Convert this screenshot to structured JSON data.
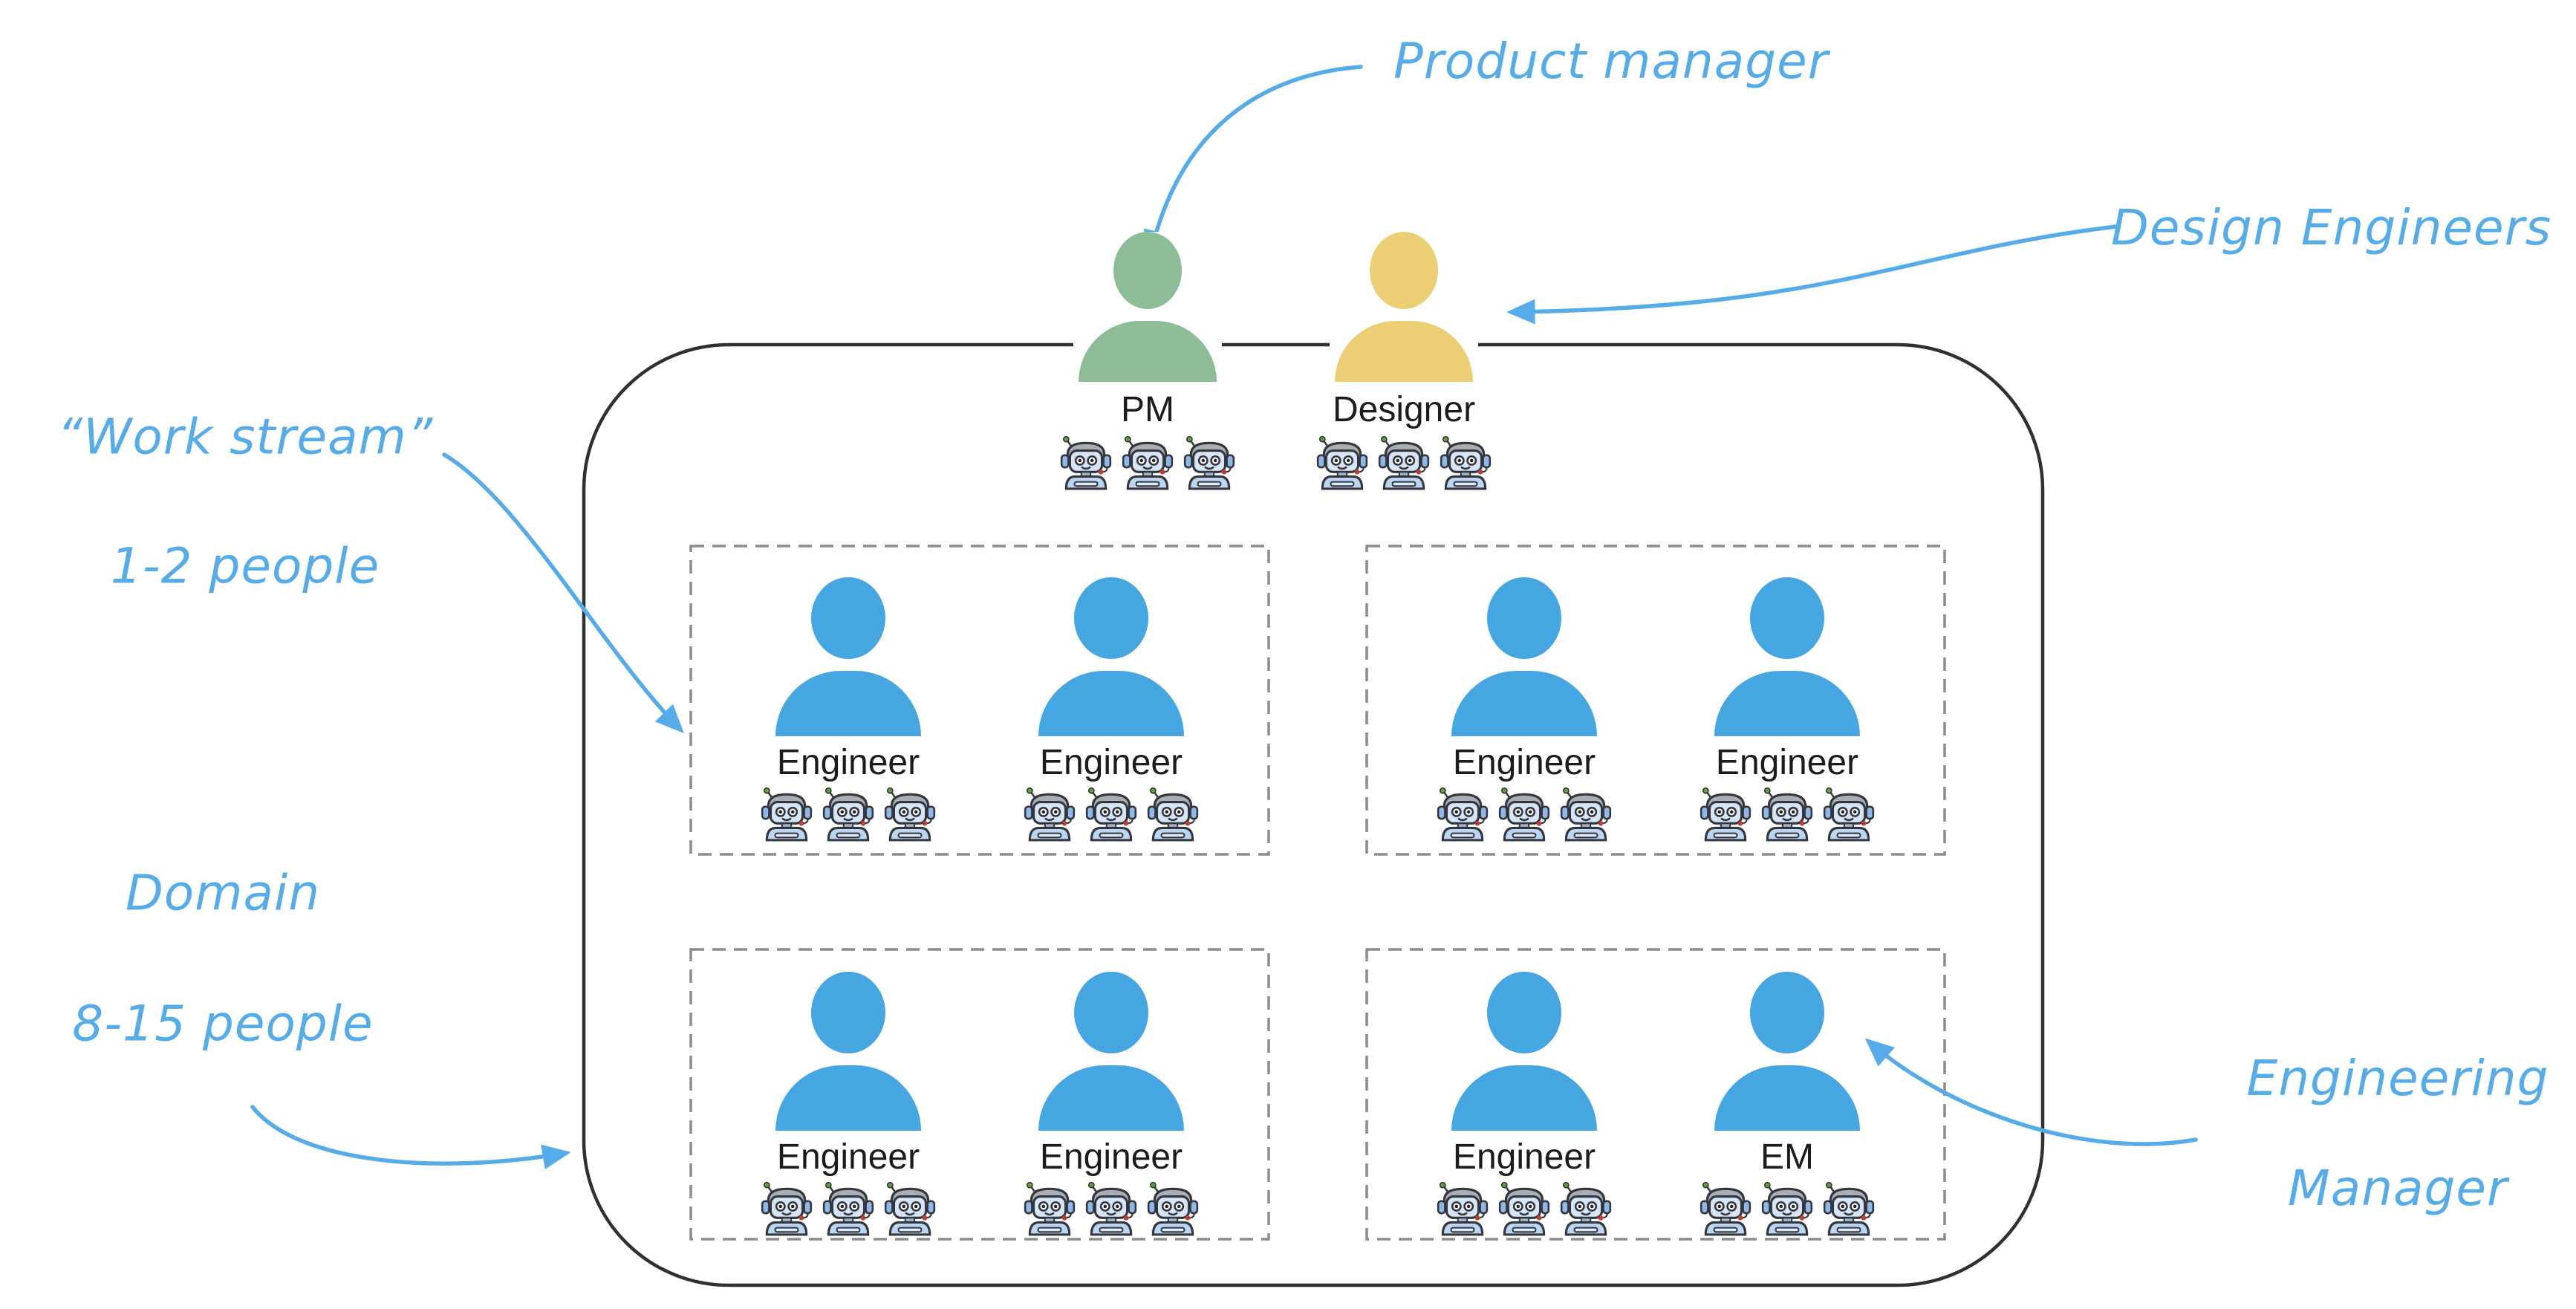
{
  "colors": {
    "annotation_blue": "#55ace8",
    "pm_green": "#8dbd96",
    "designer_yellow": "#ecce75",
    "engineer_blue": "#46a6e2",
    "outline_dark": "#303030",
    "dashed_gray": "#8c8c8c"
  },
  "icons": {
    "person": "person-silhouette",
    "agent": "robot-with-headset"
  },
  "annotations": {
    "product_manager": "Product manager",
    "design_engineers": "Design Engineers",
    "work_stream": "“Work stream”",
    "work_stream_size": "1-2 people",
    "domain": "Domain",
    "domain_size": "8-15 people",
    "engineering_manager_line1": "Engineering",
    "engineering_manager_line2": "Manager"
  },
  "org": {
    "leads": [
      {
        "label": "PM",
        "agents": 3
      },
      {
        "label": "Designer",
        "agents": 3
      }
    ],
    "workstreams": [
      {
        "members": [
          {
            "label": "Engineer",
            "agents": 3
          },
          {
            "label": "Engineer",
            "agents": 3
          }
        ]
      },
      {
        "members": [
          {
            "label": "Engineer",
            "agents": 3
          },
          {
            "label": "Engineer",
            "agents": 3
          }
        ]
      },
      {
        "members": [
          {
            "label": "Engineer",
            "agents": 3
          },
          {
            "label": "Engineer",
            "agents": 3
          }
        ]
      },
      {
        "members": [
          {
            "label": "Engineer",
            "agents": 3
          },
          {
            "label": "EM",
            "agents": 3
          }
        ]
      }
    ]
  }
}
